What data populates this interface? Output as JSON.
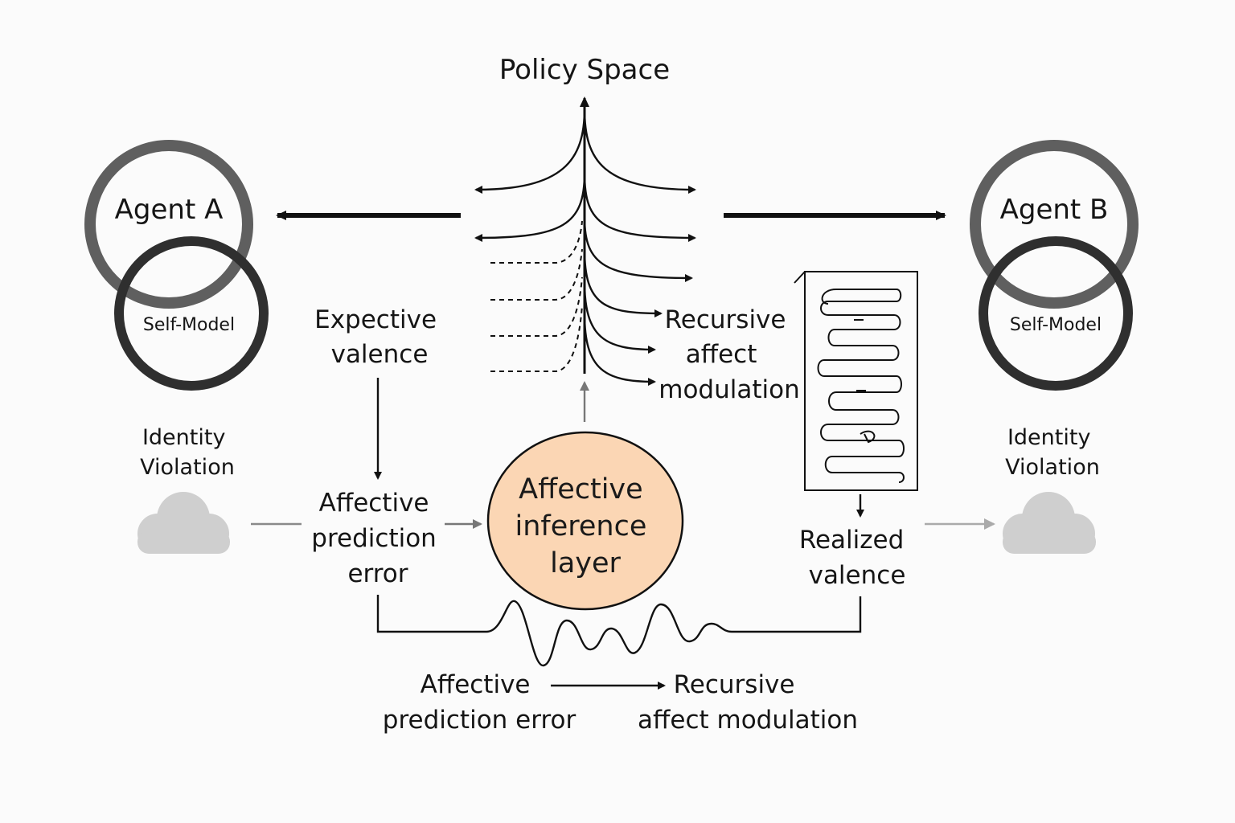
{
  "title": "Policy Space",
  "agent_a": {
    "name": "Agent A",
    "self_model": "Self-Model",
    "identity": [
      "Identity",
      "Violation"
    ]
  },
  "agent_b": {
    "name": "Agent B",
    "self_model": "Self-Model",
    "identity": [
      "Identity",
      "Violation"
    ]
  },
  "expective_valence": [
    "Expective",
    "valence"
  ],
  "affective_prediction_error": [
    "Affective",
    "prediction",
    "error"
  ],
  "affective_inference_layer": [
    "Affective",
    "inference",
    "layer"
  ],
  "recursive_affect_modulation": [
    "Recursive",
    "affect",
    "modulation"
  ],
  "realized_valence": [
    "Realized",
    "valence"
  ],
  "bottom_left": [
    "Affective",
    "prediction error"
  ],
  "bottom_right": [
    "Recursive",
    "affect modulation"
  ],
  "colors": {
    "ink": "#111111",
    "ring_outer": "#5f5f5f",
    "ring_inner": "#2f2f2f",
    "node_fill": "#fbd6b4",
    "cloud": "#cfcfcf",
    "faint_arrow": "#8a8a8a"
  },
  "icons": {
    "cloud": "cloud-icon"
  }
}
